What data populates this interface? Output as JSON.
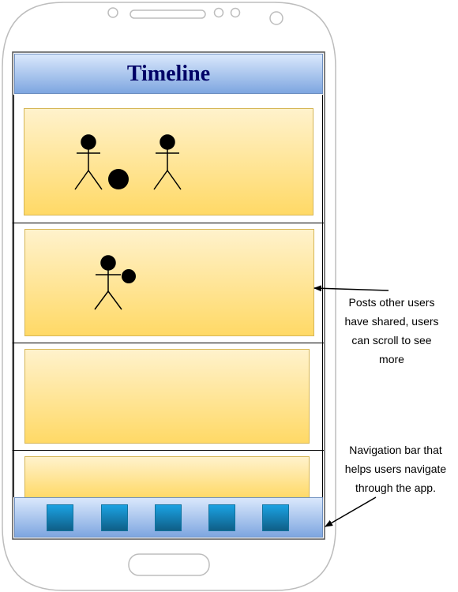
{
  "timeline": {
    "title": "Timeline"
  },
  "posts_annotation": {
    "lines": [
      "Posts other users",
      "have shared, users",
      "can scroll to see",
      "more"
    ]
  },
  "nav_annotation": {
    "lines": [
      "Navigation bar that",
      "helps users navigate",
      "through the app."
    ]
  },
  "nav": {
    "button_count": 5
  },
  "colors": {
    "title_text": "#000066",
    "title_bar_top": "#dae8fc",
    "title_bar_bottom": "#7ea6e0",
    "post_top": "#fff2cc",
    "post_bottom": "#ffd966",
    "nav_button": "#1ba1e2"
  }
}
